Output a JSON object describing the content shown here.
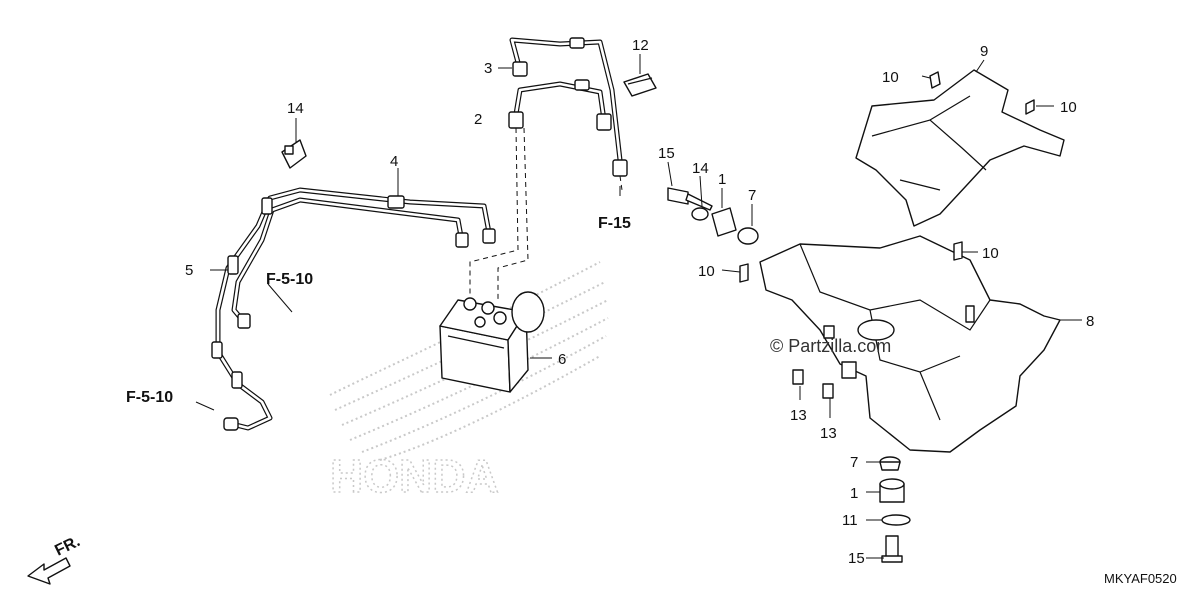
{
  "diagram": {
    "callouts": [
      {
        "id": "c1a",
        "text": "1"
      },
      {
        "id": "c1b",
        "text": "1"
      },
      {
        "id": "c2",
        "text": "2"
      },
      {
        "id": "c3",
        "text": "3"
      },
      {
        "id": "c4",
        "text": "4"
      },
      {
        "id": "c5",
        "text": "5"
      },
      {
        "id": "c6",
        "text": "6"
      },
      {
        "id": "c7a",
        "text": "7"
      },
      {
        "id": "c7b",
        "text": "7"
      },
      {
        "id": "c8",
        "text": "8"
      },
      {
        "id": "c9",
        "text": "9"
      },
      {
        "id": "c10a",
        "text": "10"
      },
      {
        "id": "c10b",
        "text": "10"
      },
      {
        "id": "c10c",
        "text": "10"
      },
      {
        "id": "c10d",
        "text": "10"
      },
      {
        "id": "c11",
        "text": "11"
      },
      {
        "id": "c12",
        "text": "12"
      },
      {
        "id": "c13a",
        "text": "13"
      },
      {
        "id": "c13b",
        "text": "13"
      },
      {
        "id": "c14a",
        "text": "14"
      },
      {
        "id": "c14b",
        "text": "14"
      },
      {
        "id": "c15a",
        "text": "15"
      },
      {
        "id": "c15b",
        "text": "15"
      }
    ],
    "references": [
      {
        "id": "ref1",
        "text": "F-5-10"
      },
      {
        "id": "ref2",
        "text": "F-5-10"
      },
      {
        "id": "ref3",
        "text": "F-15"
      }
    ],
    "front_arrow_label": "FR.",
    "diagram_code": "MKYAF0520",
    "watermark": "© Partzilla.com",
    "brand_watermark": "HONDA",
    "colors": {
      "line": "#111111",
      "watermark": "#c9c9c9",
      "background": "#ffffff"
    }
  }
}
